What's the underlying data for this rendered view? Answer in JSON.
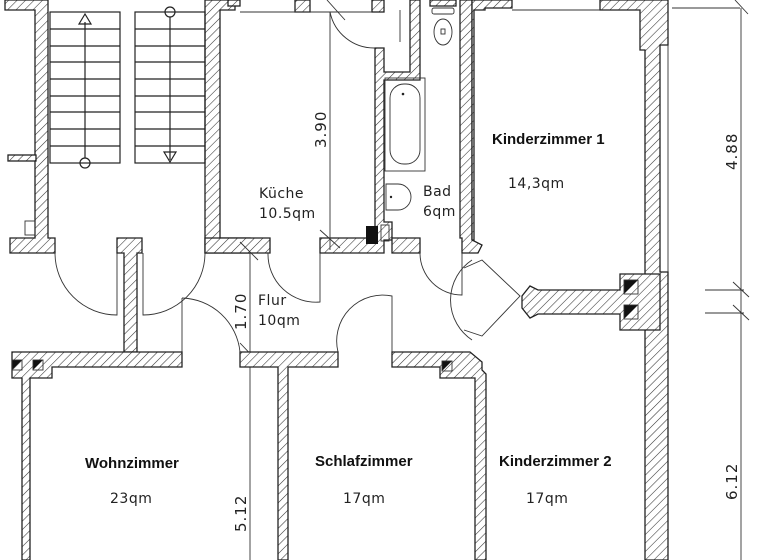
{
  "plan": {
    "rooms": [
      {
        "id": "kinderzimmer-1",
        "name": "Kinderzimmer 1",
        "area": "14,3qm"
      },
      {
        "id": "kueche",
        "name": "Küche",
        "area": "10.5qm"
      },
      {
        "id": "bad",
        "name": "Bad",
        "area": "6qm"
      },
      {
        "id": "flur",
        "name": "Flur",
        "area": "10qm"
      },
      {
        "id": "wohnzimmer",
        "name": "Wohnzimmer",
        "area": "23qm"
      },
      {
        "id": "schlafzimmer",
        "name": "Schlafzimmer",
        "area": "17qm"
      },
      {
        "id": "kinderzimmer-2",
        "name": "Kinderzimmer 2",
        "area": "17qm"
      }
    ],
    "dimensions": {
      "kueche_depth": "3.90",
      "flur_depth": "1.70",
      "wohnzimmer_depth": "5.12",
      "right_upper": "4.88",
      "right_lower": "6.12"
    },
    "colors": {
      "line": "#222222",
      "background": "#ffffff",
      "chimney_fill": "#111111"
    }
  }
}
